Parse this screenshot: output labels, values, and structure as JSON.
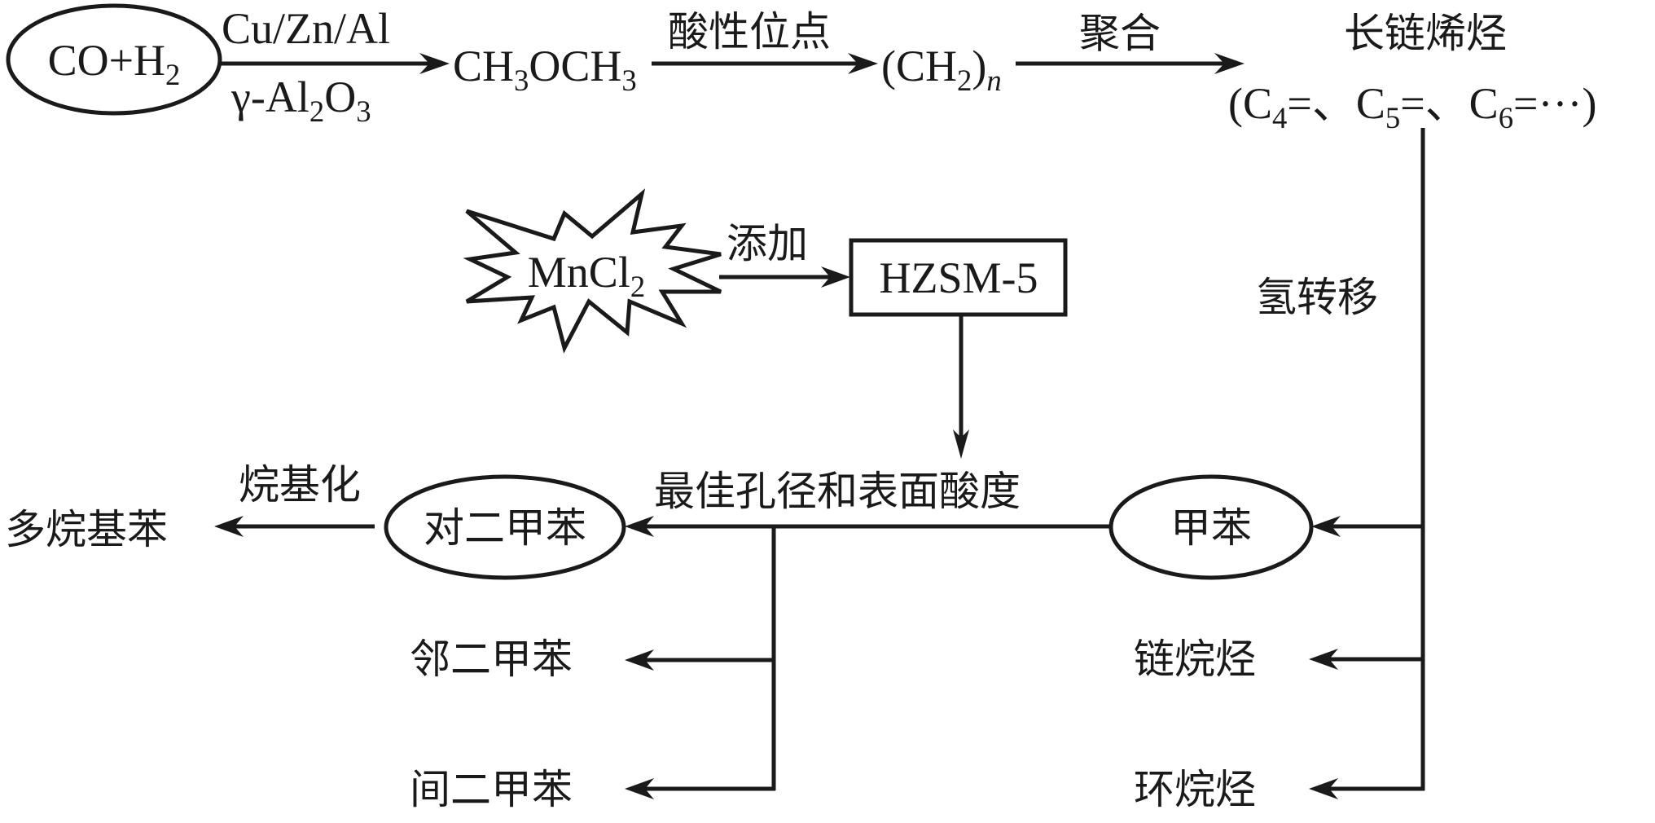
{
  "diagram": {
    "type": "reaction-flowchart",
    "nodes": {
      "syngas": {
        "parts": [
          {
            "t": "CO+H"
          },
          {
            "sub": "2"
          }
        ],
        "shape": "ellipse"
      },
      "dme": {
        "parts": [
          {
            "t": "CH"
          },
          {
            "sub": "3"
          },
          {
            "t": "OCH"
          },
          {
            "sub": "3"
          }
        ]
      },
      "methylene": {
        "parts": [
          {
            "t": "(CH"
          },
          {
            "sub": "2"
          },
          {
            "t": ")"
          },
          {
            "subi": "n"
          }
        ]
      },
      "long_chain_olefins": {
        "title": "长链烯烃",
        "examples": [
          {
            "t": "(C"
          },
          {
            "sub": "4"
          },
          {
            "t": "=、C"
          },
          {
            "sub": "5"
          },
          {
            "t": "=、C"
          },
          {
            "sub": "6"
          },
          {
            "t": "=···)"
          }
        ]
      },
      "mncl2": {
        "parts": [
          {
            "t": "MnCl"
          },
          {
            "sub": "2"
          }
        ],
        "shape": "starburst"
      },
      "hzsm5": {
        "label": "HZSM-5",
        "shape": "rectangle"
      },
      "toluene": {
        "label": "甲苯",
        "shape": "ellipse"
      },
      "p_xylene": {
        "label": "对二甲苯",
        "shape": "ellipse"
      },
      "polyalkylbenzene": {
        "label": "多烷基苯"
      },
      "o_xylene": {
        "label": "邻二甲苯"
      },
      "m_xylene": {
        "label": "间二甲苯"
      },
      "chain_alkanes": {
        "label": "链烷烃"
      },
      "cycloalkanes": {
        "label": "环烷烃"
      }
    },
    "edge_labels": {
      "catalyst_top": {
        "parts": [
          {
            "t": "Cu/Zn/Al"
          }
        ]
      },
      "catalyst_bottom": {
        "parts": [
          {
            "t": "γ-Al"
          },
          {
            "sub": "2"
          },
          {
            "t": "O"
          },
          {
            "sub": "3"
          }
        ]
      },
      "acid_sites": "酸性位点",
      "polymerization": "聚合",
      "hydrogen_transfer": "氢转移",
      "add": "添加",
      "optimal_pore": "最佳孔径和表面酸度",
      "alkylation": "烷基化"
    },
    "edges": [
      {
        "from": "syngas",
        "to": "dme",
        "label": "Cu/Zn/Al, γ-Al2O3"
      },
      {
        "from": "dme",
        "to": "methylene",
        "label": "酸性位点"
      },
      {
        "from": "methylene",
        "to": "long_chain_olefins",
        "label": "聚合"
      },
      {
        "from": "long_chain_olefins",
        "to": "toluene",
        "label": "氢转移"
      },
      {
        "from": "long_chain_olefins",
        "to": "chain_alkanes",
        "label": "氢转移"
      },
      {
        "from": "long_chain_olefins",
        "to": "cycloalkanes",
        "label": "氢转移"
      },
      {
        "from": "mncl2",
        "to": "hzsm5",
        "label": "添加"
      },
      {
        "from": "hzsm5",
        "to": "optimal_pore_edge",
        "label": ""
      },
      {
        "from": "toluene",
        "to": "p_xylene",
        "label": "最佳孔径和表面酸度"
      },
      {
        "from": "toluene",
        "to": "o_xylene",
        "label": ""
      },
      {
        "from": "toluene",
        "to": "m_xylene",
        "label": ""
      },
      {
        "from": "p_xylene",
        "to": "polyalkylbenzene",
        "label": "烷基化"
      }
    ],
    "colors": {
      "ink": "#1a1a1a",
      "background": "#ffffff"
    }
  }
}
